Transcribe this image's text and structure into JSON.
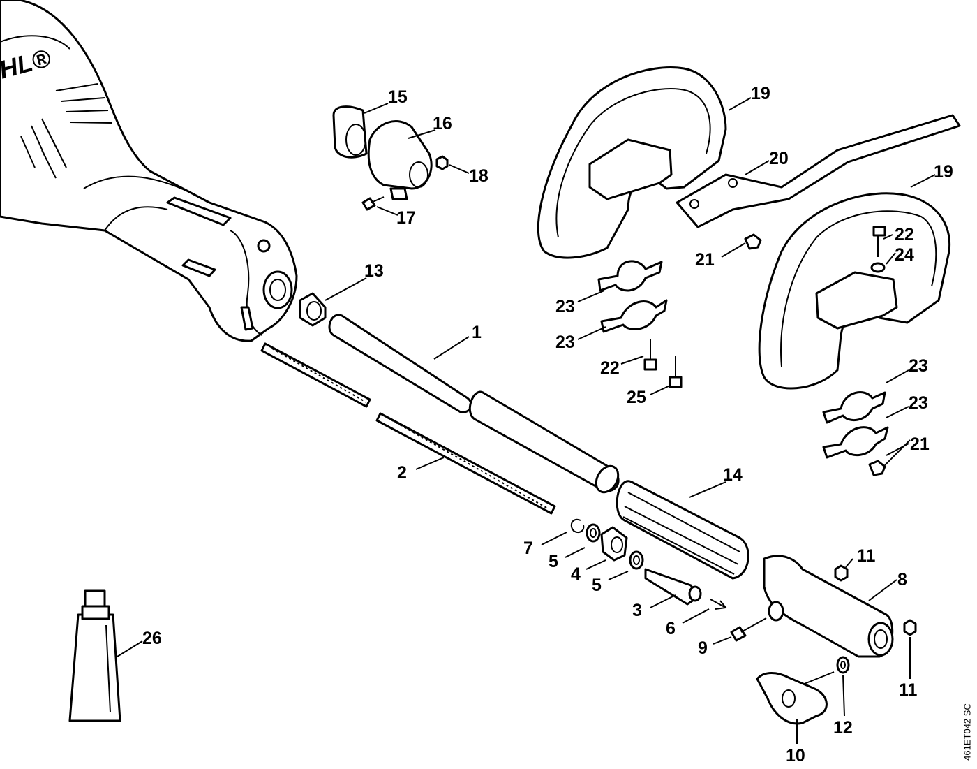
{
  "brand_mark": "HL®",
  "reference_code": "461ET042 SC",
  "callouts": {
    "c1": "1",
    "c2": "2",
    "c3": "3",
    "c4": "4",
    "c5a": "5",
    "c5b": "5",
    "c6": "6",
    "c7": "7",
    "c8": "8",
    "c9": "9",
    "c10": "10",
    "c11a": "11",
    "c11b": "11",
    "c12": "12",
    "c13": "13",
    "c14": "14",
    "c15": "15",
    "c16": "16",
    "c17": "17",
    "c18": "18",
    "c19a": "19",
    "c19b": "19",
    "c20": "20",
    "c21a": "21",
    "c21b": "21",
    "c22a": "22",
    "c22b": "22",
    "c23a": "23",
    "c23b": "23",
    "c23c": "23",
    "c23d": "23",
    "c24": "24",
    "c25": "25",
    "c26": "26"
  }
}
